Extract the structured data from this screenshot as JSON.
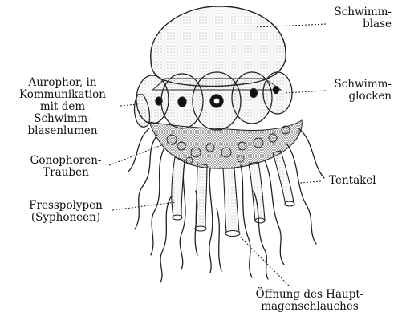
{
  "labels": {
    "schwimmblase": "Schwimm-\nblase",
    "aurophor": "Aurophor, in\nKommunikation\nmit dem\nSchwimm-\nblasenlumen",
    "schwimmglocken": "Schwimm-\nglocken",
    "gonophoren": "Gonophoren-\nTrauben",
    "tentakel": "Tentakel",
    "fresspolypen": "Fresspolypen\n(Syphoneen)",
    "oeffnung": "Öffnung des Haupt-\nmagenschlauches"
  },
  "colors": {
    "ink": "#1a1a1a",
    "paper": "#ffffff"
  }
}
